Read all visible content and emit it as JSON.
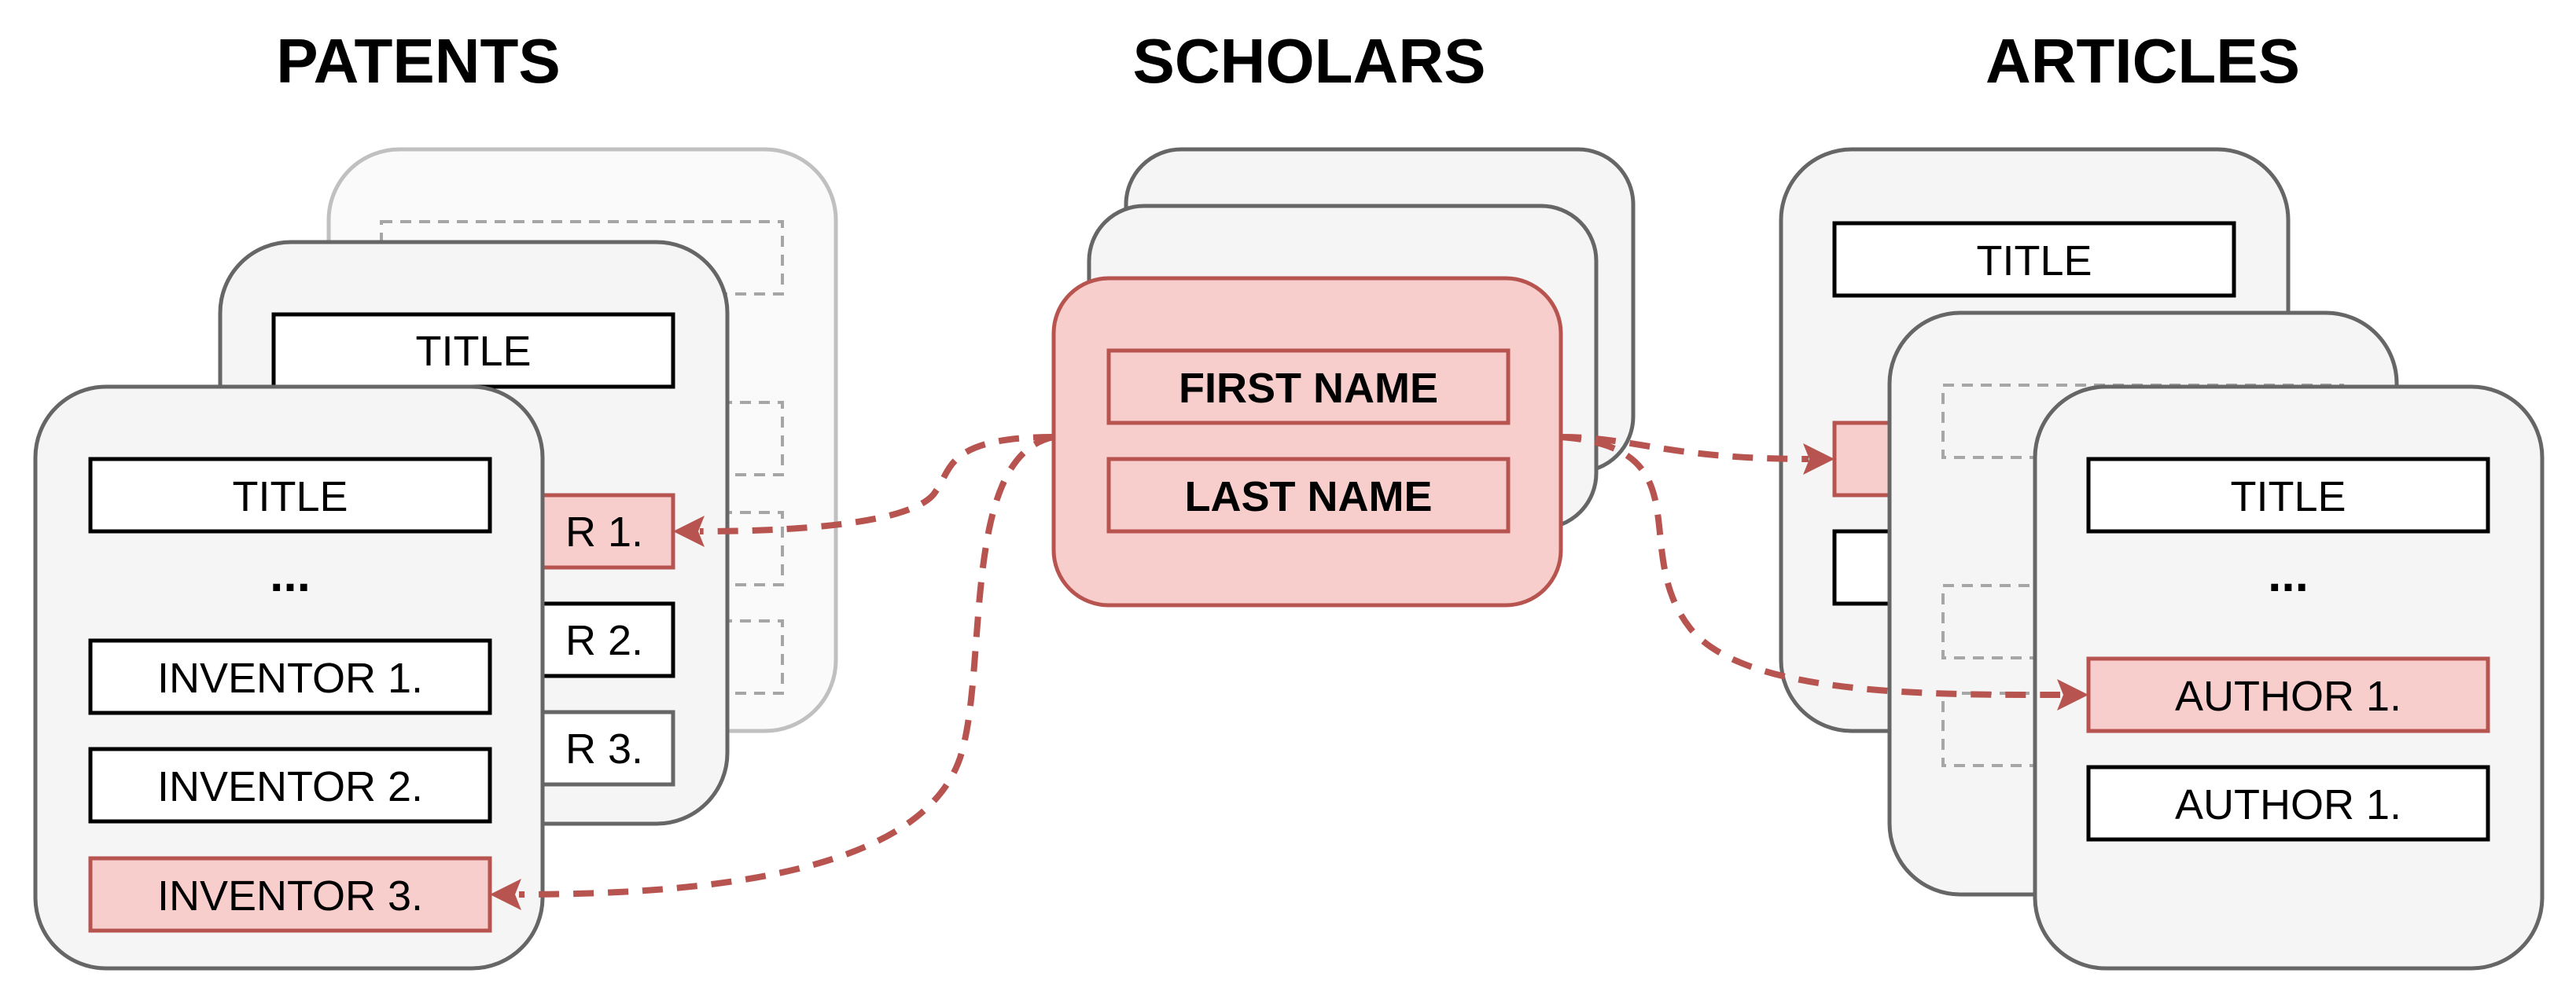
{
  "headings": {
    "patents": "PATENTS",
    "scholars": "SCHOLARS",
    "articles": "ARTICLES"
  },
  "patents": {
    "back_card": {
      "title": "TITLE",
      "inventor_1_partial": "R 1.",
      "inventor_2_partial": "R 2.",
      "inventor_3_partial": "R 3."
    },
    "front_card": {
      "title": "TITLE",
      "ellipsis": "...",
      "inventors": [
        "INVENTOR 1.",
        "INVENTOR 2.",
        "INVENTOR 3."
      ]
    }
  },
  "scholars": {
    "first_name": "FIRST NAME",
    "last_name": "LAST NAME"
  },
  "articles": {
    "back_card": {
      "title": "TITLE"
    },
    "front_card": {
      "title": "TITLE",
      "ellipsis": "...",
      "authors": [
        "AUTHOR 1.",
        "AUTHOR 1."
      ]
    }
  },
  "colors": {
    "highlight_fill": "#f8cecc",
    "highlight_stroke": "#b85450",
    "card_fill": "#f5f5f5",
    "card_stroke": "#666666"
  }
}
